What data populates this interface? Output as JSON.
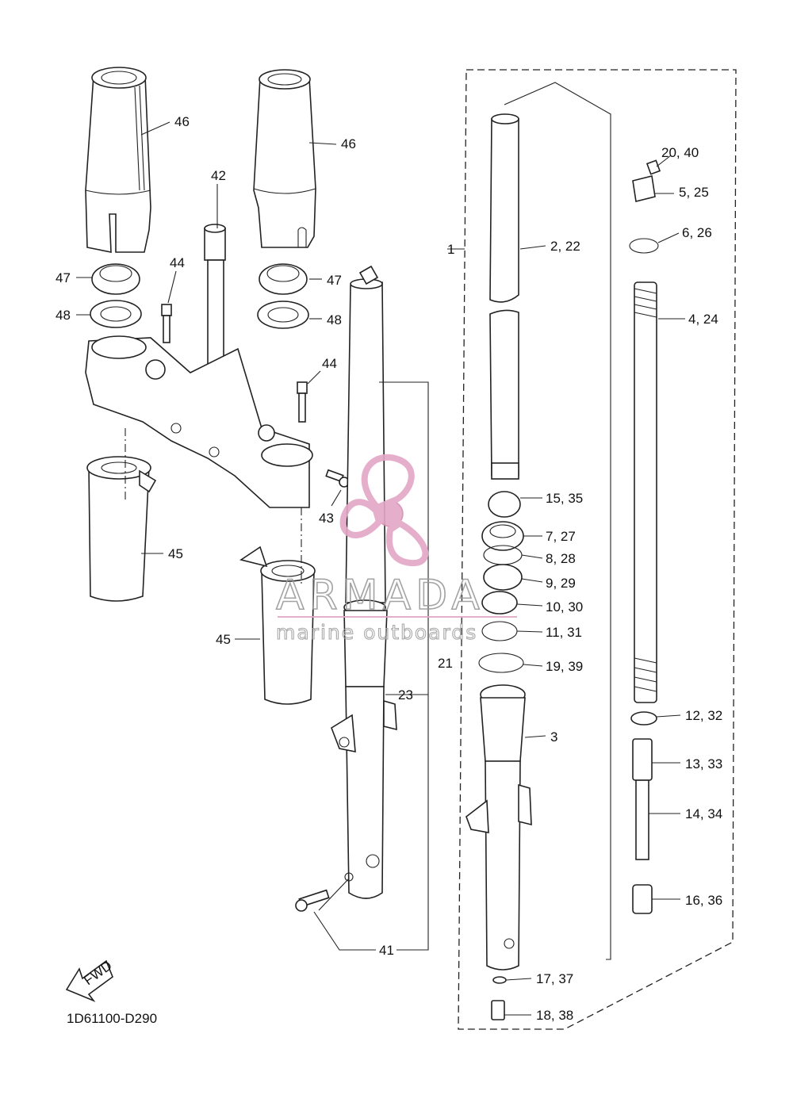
{
  "diagram": {
    "callouts": [
      {
        "id": "46a",
        "text": "46"
      },
      {
        "id": "46b",
        "text": "46"
      },
      {
        "id": "42",
        "text": "42"
      },
      {
        "id": "47a",
        "text": "47"
      },
      {
        "id": "47b",
        "text": "47"
      },
      {
        "id": "48a",
        "text": "48"
      },
      {
        "id": "48b",
        "text": "48"
      },
      {
        "id": "44a",
        "text": "44"
      },
      {
        "id": "44b",
        "text": "44"
      },
      {
        "id": "43",
        "text": "43"
      },
      {
        "id": "45a",
        "text": "45"
      },
      {
        "id": "45b",
        "text": "45"
      },
      {
        "id": "21",
        "text": "21"
      },
      {
        "id": "23",
        "text": "23"
      },
      {
        "id": "41",
        "text": "41"
      },
      {
        "id": "1",
        "text": "1"
      },
      {
        "id": "2_22",
        "text": "2, 22"
      },
      {
        "id": "20_40",
        "text": "20, 40"
      },
      {
        "id": "5_25",
        "text": "5, 25"
      },
      {
        "id": "6_26",
        "text": "6, 26"
      },
      {
        "id": "4_24",
        "text": "4, 24"
      },
      {
        "id": "15_35",
        "text": "15, 35"
      },
      {
        "id": "7_27",
        "text": "7, 27"
      },
      {
        "id": "8_28",
        "text": "8, 28"
      },
      {
        "id": "9_29",
        "text": "9, 29"
      },
      {
        "id": "10_30",
        "text": "10, 30"
      },
      {
        "id": "11_31",
        "text": "11, 31"
      },
      {
        "id": "19_39",
        "text": "19, 39"
      },
      {
        "id": "3",
        "text": "3"
      },
      {
        "id": "12_32",
        "text": "12, 32"
      },
      {
        "id": "13_33",
        "text": "13, 33"
      },
      {
        "id": "14_34",
        "text": "14, 34"
      },
      {
        "id": "16_36",
        "text": "16, 36"
      },
      {
        "id": "17_37",
        "text": "17, 37"
      },
      {
        "id": "18_38",
        "text": "18, 38"
      }
    ],
    "fwd_arrow_text": "FWD",
    "drawing_code": "1D61100-D290"
  },
  "watermark": {
    "brand": "ARMADA",
    "tagline": "marine outboards",
    "logo_color": "#e3a6c6"
  }
}
